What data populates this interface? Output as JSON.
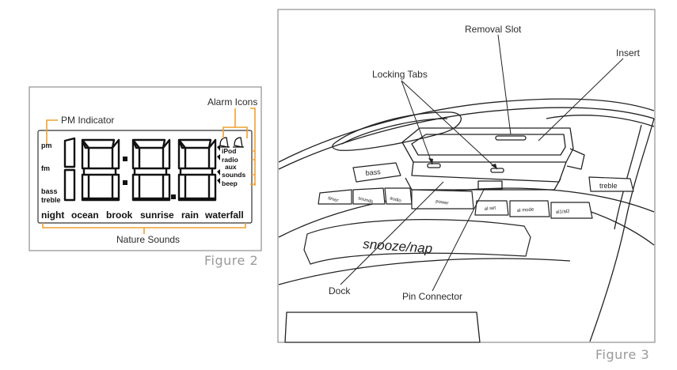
{
  "colors": {
    "accent": "#f0a030",
    "line": "#222222",
    "caption": "#9a9a9a"
  },
  "figure2": {
    "caption": "Figure 2",
    "callouts": {
      "pm_indicator": "PM Indicator",
      "alarm_icons": "Alarm Icons",
      "nature_sounds": "Nature Sounds"
    },
    "display": {
      "time": "18:8.8",
      "left_labels": {
        "pm": "pm",
        "fm": "fm",
        "bass": "bass",
        "treble": "treble"
      },
      "sources": [
        "iPod",
        "radio",
        "aux",
        "sounds",
        "beep"
      ],
      "sounds": [
        "night",
        "ocean",
        "brook",
        "sunrise",
        "rain",
        "waterfall"
      ]
    }
  },
  "figure3": {
    "caption": "Figure 3",
    "callouts": {
      "removal_slot": "Removal Slot",
      "insert": "Insert",
      "locking_tabs": "Locking Tabs",
      "dock": "Dock",
      "pin_connector": "Pin Connector"
    },
    "buttons": {
      "bass": "bass",
      "treble": "treble",
      "timer": "timer",
      "sounds": "sounds",
      "audio": "audio",
      "power": "power",
      "al_set": "al set",
      "al_mode": "al mode",
      "al1_al2": "al1/al2",
      "snooze": "snooze/nap"
    }
  }
}
